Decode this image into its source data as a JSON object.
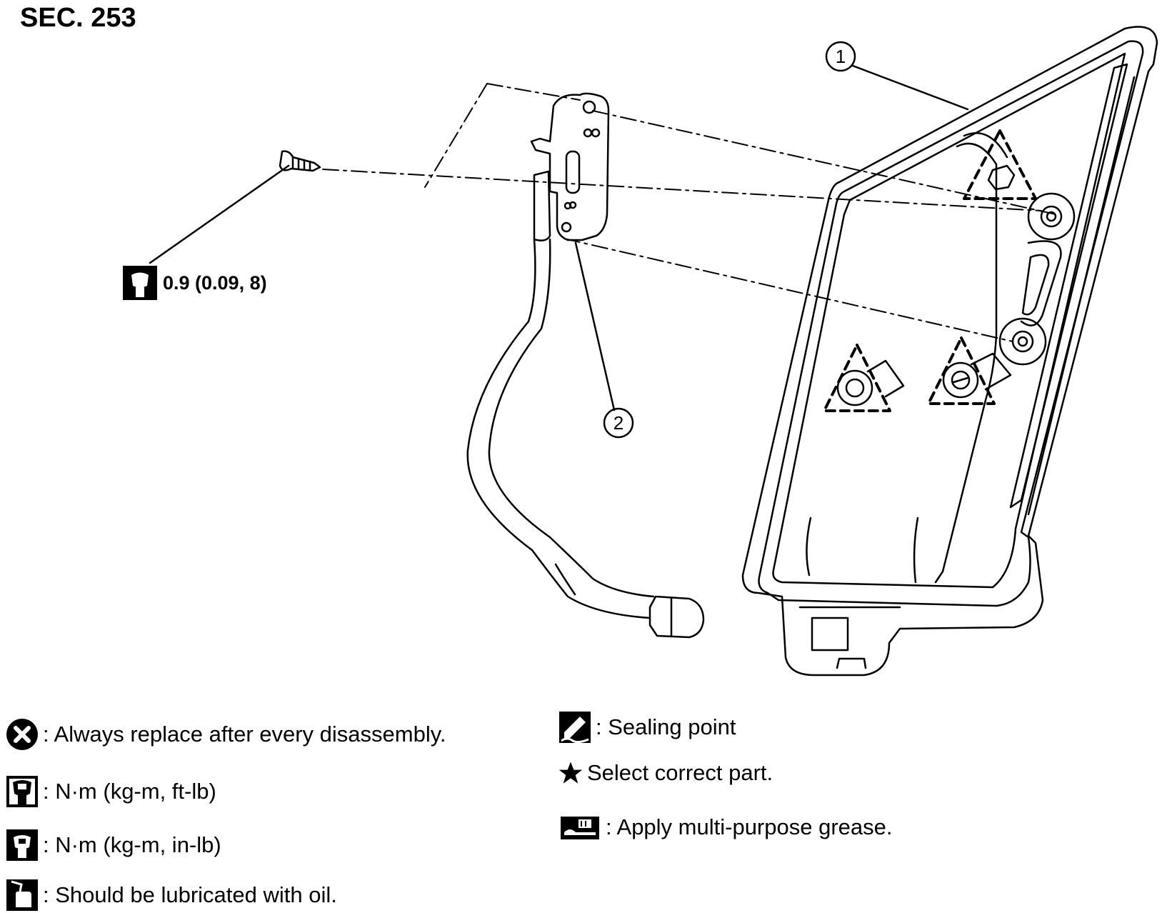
{
  "section": "SEC. 253",
  "callouts": [
    "1",
    "2"
  ],
  "torque_spec": "0.9 (0.09, 8)",
  "legend_left": [
    {
      "icon": "x-circle-icon",
      "text": ": Always replace after every disassembly."
    },
    {
      "icon": "torque-wrench-icon",
      "text": ": N·m (kg-m, ft-lb)"
    },
    {
      "icon": "torque-wrench-solid-icon",
      "text": ": N·m (kg-m, in-lb)"
    },
    {
      "icon": "oil-can-icon",
      "text": ": Should be lubricated with oil."
    }
  ],
  "legend_right": [
    {
      "icon": "sealant-icon",
      "text": ": Sealing point"
    },
    {
      "icon": "star-icon",
      "text": "Select correct part."
    },
    {
      "icon": "grease-gun-icon",
      "text": ": Apply multi-purpose grease."
    }
  ]
}
